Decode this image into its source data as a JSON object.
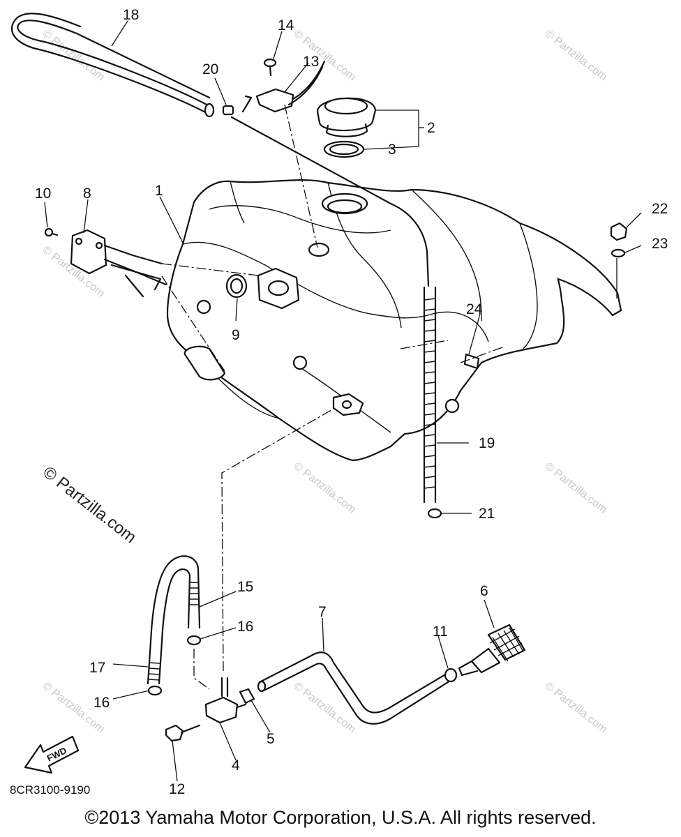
{
  "diagram": {
    "document_code": "8CR3100-9190",
    "fwd_label": "FWD",
    "watermark_main": "© Partzilla.com",
    "watermark_small": "© Partzilla.com",
    "callouts": {
      "c1": "1",
      "c2": "2",
      "c3": "3",
      "c4": "4",
      "c5": "5",
      "c6": "6",
      "c7": "7",
      "c8": "8",
      "c9": "9",
      "c10": "10",
      "c11": "11",
      "c12": "12",
      "c13": "13",
      "c14": "14",
      "c15": "15",
      "c16a": "16",
      "c16b": "16",
      "c17": "17",
      "c18": "18",
      "c19": "19",
      "c20": "20",
      "c21": "21",
      "c22": "22",
      "c23": "23",
      "c24": "24"
    }
  },
  "footer": {
    "copyright": "©2013 Yamaha Motor Corporation, U.S.A. All rights reserved."
  }
}
